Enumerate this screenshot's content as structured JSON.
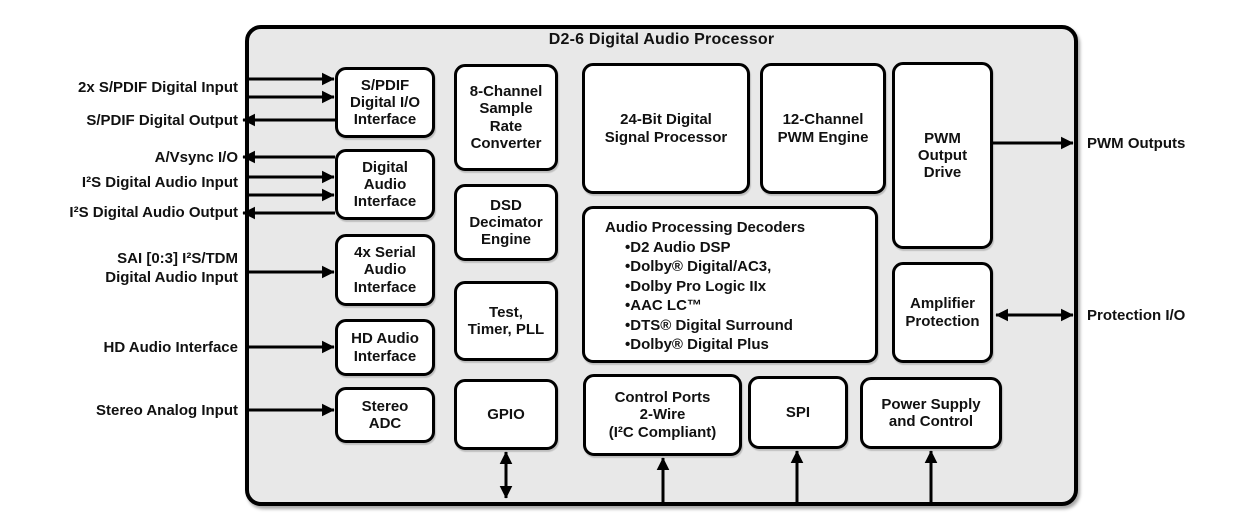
{
  "diagram_title": "D2-6 Digital Audio Processor",
  "external_labels": {
    "left": [
      {
        "name": "spdif-digital-input",
        "text": "2x S/PDIF Digital Input",
        "direction": "input"
      },
      {
        "name": "spdif-digital-output",
        "text": "S/PDIF Digital Output",
        "direction": "output"
      },
      {
        "name": "avsync-io",
        "text": "A/Vsync I/O",
        "direction": "output"
      },
      {
        "name": "i2s-digital-audio-input",
        "text": "I²S Digital Audio Input",
        "direction": "input"
      },
      {
        "name": "i2s-digital-audio-output",
        "text": "I²S Digital Audio Output",
        "direction": "output"
      },
      {
        "name": "sai-digital-audio-input",
        "text": "SAI [0:3] I²S/TDM\nDigital Audio Input",
        "direction": "input"
      },
      {
        "name": "hd-audio-interface",
        "text": "HD Audio Interface",
        "direction": "input"
      },
      {
        "name": "stereo-analog-input",
        "text": "Stereo Analog Input",
        "direction": "input"
      }
    ],
    "right": [
      {
        "name": "pwm-outputs",
        "text": "PWM Outputs",
        "direction": "output"
      },
      {
        "name": "protection-io",
        "text": "Protection I/O",
        "direction": "bidirectional"
      }
    ]
  },
  "blocks": {
    "spdif_io": "S/PDIF\nDigital I/O\nInterface",
    "digital_audio": "Digital\nAudio\nInterface",
    "serial_audio": "4x Serial\nAudio\nInterface",
    "hd_audio": "HD Audio\nInterface",
    "stereo_adc": "Stereo\nADC",
    "sample_rate": "8-Channel\nSample\nRate\nConverter",
    "dsd": "DSD\nDecimator\nEngine",
    "test_timer_pll": "Test,\nTimer, PLL",
    "gpio": "GPIO",
    "dsp": "24-Bit Digital\nSignal Processor",
    "pwm_engine": "12-Channel\nPWM Engine",
    "pwm_drive": "PWM\nOutput\nDrive",
    "amp_protection": "Amplifier\nProtection",
    "control_ports": "Control Ports\n2-Wire\n(I²C Compliant)",
    "spi": "SPI",
    "power_supply": "Power Supply\nand Control"
  },
  "decoders": {
    "heading": "Audio Processing Decoders",
    "items": [
      "•D2 Audio DSP",
      "•Dolby® Digital/AC3,",
      "•Dolby Pro Logic IIx",
      "•AAC LC™",
      "•DTS® Digital Surround",
      "•Dolby® Digital Plus"
    ]
  },
  "colors": {
    "chip_fill": "#e8e8e8",
    "block_fill": "#ffffff",
    "line": "#000000",
    "text": "#111111",
    "page_bg": "#ffffff"
  }
}
